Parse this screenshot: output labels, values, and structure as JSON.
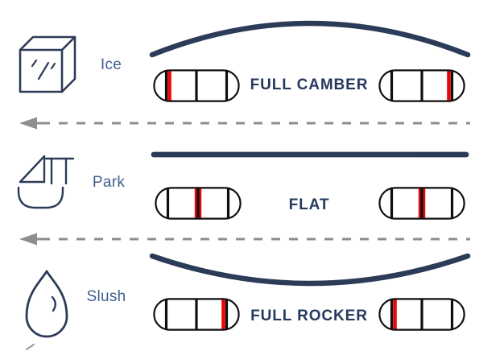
{
  "colors": {
    "navy": "#2c3b58",
    "label_blue": "#41608f",
    "heading_navy": "#253a5e",
    "dash_gray": "#8e8e8e",
    "marker_red": "#ea0606",
    "bar_black": "#0f0f0f",
    "background": "#ffffff"
  },
  "rows": [
    {
      "condition": "Ice",
      "condition_icon": "ice-cube-icon",
      "profile": "FULL CAMBER",
      "profile_shape": "camber-arc-up",
      "boards": {
        "left_marker": "near-left",
        "right_marker": "near-right"
      }
    },
    {
      "condition": "Park",
      "condition_icon": "park-features-icon",
      "profile": "FLAT",
      "profile_shape": "flat-line",
      "boards": {
        "left_marker": "center",
        "right_marker": "center"
      }
    },
    {
      "condition": "Slush",
      "condition_icon": "water-drop-icon",
      "profile": "FULL ROCKER",
      "profile_shape": "rocker-arc-down",
      "boards": {
        "left_marker": "near-right",
        "right_marker": "near-left"
      }
    }
  ],
  "separators": [
    {
      "type": "dashed-arrow",
      "direction": "left"
    },
    {
      "type": "dashed-arrow",
      "direction": "left"
    }
  ],
  "capsules": [
    {
      "row": 0,
      "side": "left",
      "marker": "near-left"
    },
    {
      "row": 0,
      "side": "right",
      "marker": "near-right"
    },
    {
      "row": 1,
      "side": "left",
      "marker": "center"
    },
    {
      "row": 1,
      "side": "right",
      "marker": "center"
    },
    {
      "row": 2,
      "side": "left",
      "marker": "near-right"
    },
    {
      "row": 2,
      "side": "right",
      "marker": "near-left"
    }
  ]
}
